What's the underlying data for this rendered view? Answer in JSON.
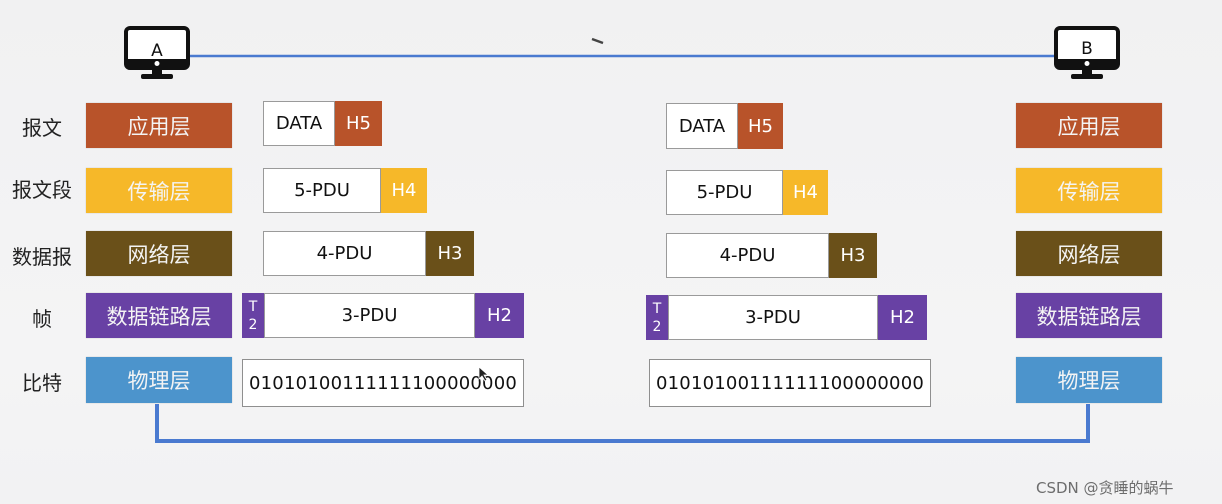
{
  "hosts": {
    "left_label": "A",
    "right_label": "B"
  },
  "colors": {
    "application": "#b8532a",
    "transport": "#f6b829",
    "network": "#6a5019",
    "datalink": "#6841a4",
    "physical": "#4c94cc",
    "link_line": "#4a7ad0"
  },
  "units": [
    "报文",
    "报文段",
    "数据报",
    "帧",
    "比特"
  ],
  "layers_left": [
    "应用层",
    "传输层",
    "网络层",
    "数据链路层",
    "物理层"
  ],
  "layers_right": [
    "应用层",
    "传输层",
    "网络层",
    "数据链路层",
    "物理层"
  ],
  "left_stack": {
    "app": {
      "data": "DATA",
      "header": "H5"
    },
    "transport": {
      "data": "5-PDU",
      "header": "H4"
    },
    "network": {
      "data": "4-PDU",
      "header": "H3"
    },
    "datalink": {
      "trailer_top": "T",
      "trailer_bottom": "2",
      "data": "3-PDU",
      "header": "H2"
    },
    "physical": {
      "bits": "01010100111111100000000"
    }
  },
  "right_stack": {
    "app": {
      "data": "DATA",
      "header": "H5"
    },
    "transport": {
      "data": "5-PDU",
      "header": "H4"
    },
    "network": {
      "data": "4-PDU",
      "header": "H3"
    },
    "datalink": {
      "trailer_top": "T",
      "trailer_bottom": "2",
      "data": "3-PDU",
      "header": "H2"
    },
    "physical": {
      "bits": "01010100111111100000000"
    }
  },
  "watermark": "CSDN @贪睡的蜗牛"
}
